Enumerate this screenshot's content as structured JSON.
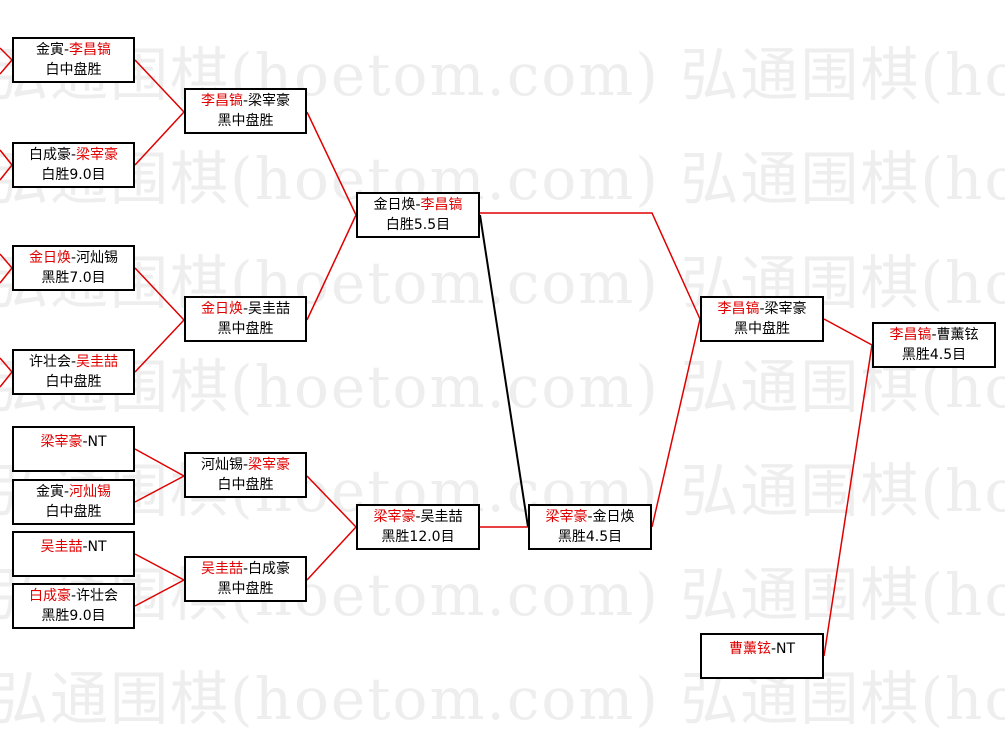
{
  "watermark": "弘通围棋(hoetom.com) 弘通围棋(hoetom.com)",
  "colors": {
    "winner": "#e00000",
    "line_red": "#e00000",
    "line_black": "#000000"
  },
  "matches": [
    {
      "id": "r1-1",
      "p1": "金寅",
      "p2": "李昌镐",
      "winner": 2,
      "result": "白中盘胜"
    },
    {
      "id": "r1-2",
      "p1": "白成豪",
      "p2": "梁宰豪",
      "winner": 2,
      "result": "白胜9.0目"
    },
    {
      "id": "r1-3",
      "p1": "金日焕",
      "p2": "河灿锡",
      "winner": 1,
      "result": "黑胜7.0目"
    },
    {
      "id": "r1-4",
      "p1": "许壮会",
      "p2": "吴圭喆",
      "winner": 2,
      "result": "白中盘胜"
    },
    {
      "id": "r1-5",
      "p1": "梁宰豪",
      "p2": "NT",
      "winner": 1,
      "result": ""
    },
    {
      "id": "r1-6",
      "p1": "金寅",
      "p2": "河灿锡",
      "winner": 2,
      "result": "白中盘胜"
    },
    {
      "id": "r1-7",
      "p1": "吴圭喆",
      "p2": "NT",
      "winner": 1,
      "result": ""
    },
    {
      "id": "r1-8",
      "p1": "白成豪",
      "p2": "许壮会",
      "winner": 1,
      "result": "黑胜9.0目"
    },
    {
      "id": "r2-1",
      "p1": "李昌镐",
      "p2": "梁宰豪",
      "winner": 1,
      "result": "黑中盘胜"
    },
    {
      "id": "r2-2",
      "p1": "金日焕",
      "p2": "吴圭喆",
      "winner": 1,
      "result": "黑中盘胜"
    },
    {
      "id": "r2-3",
      "p1": "河灿锡",
      "p2": "梁宰豪",
      "winner": 2,
      "result": "白中盘胜"
    },
    {
      "id": "r2-4",
      "p1": "吴圭喆",
      "p2": "白成豪",
      "winner": 1,
      "result": "黑中盘胜"
    },
    {
      "id": "r3-1",
      "p1": "金日焕",
      "p2": "李昌镐",
      "winner": 2,
      "result": "白胜5.5目"
    },
    {
      "id": "r3-2",
      "p1": "梁宰豪",
      "p2": "吴圭喆",
      "winner": 1,
      "result": "黑胜12.0目"
    },
    {
      "id": "r4-1",
      "p1": "梁宰豪",
      "p2": "金日焕",
      "winner": 1,
      "result": "黑胜4.5目"
    },
    {
      "id": "r5-1",
      "p1": "李昌镐",
      "p2": "梁宰豪",
      "winner": 1,
      "result": "黑中盘胜"
    },
    {
      "id": "r5-2",
      "p1": "曹薰铉",
      "p2": "NT",
      "winner": 1,
      "result": ""
    },
    {
      "id": "final",
      "p1": "李昌镐",
      "p2": "曹薰铉",
      "winner": 1,
      "result": "黑胜4.5目"
    }
  ]
}
